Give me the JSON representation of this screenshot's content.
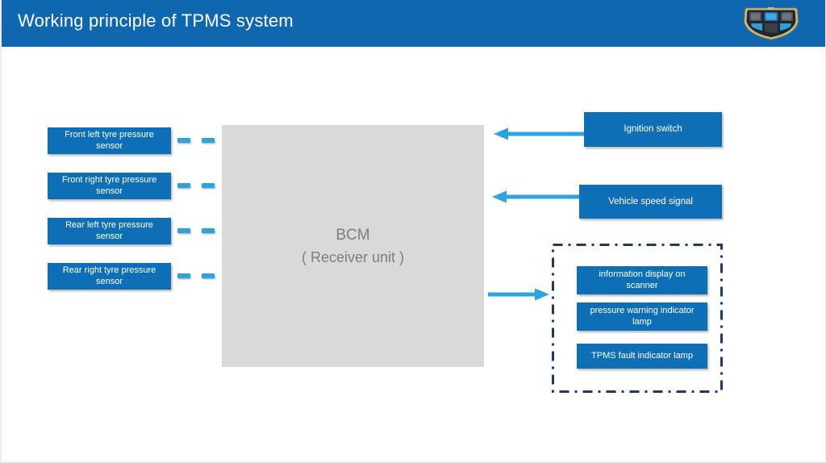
{
  "header": {
    "title": "Working principle of TPMS system",
    "logo": "geely-logo"
  },
  "diagram": {
    "sensors": [
      {
        "label": "Front left tyre pressure sensor"
      },
      {
        "label": "Front right tyre pressure sensor"
      },
      {
        "label": "Rear left tyre pressure sensor"
      },
      {
        "label": "Rear right tyre pressure sensor"
      }
    ],
    "bcm": {
      "line1": "BCM",
      "line2": "( Receiver unit )"
    },
    "inputs": [
      {
        "label": "Ignition switch"
      },
      {
        "label": "Vehicle speed signal"
      }
    ],
    "outputs": [
      {
        "label": "information display on scanner"
      },
      {
        "label": "pressure warning indicator lamp"
      },
      {
        "label": "TPMS fault indicator lamp"
      }
    ]
  },
  "colors": {
    "header_blue": "#0f67b0",
    "box_blue": "#0e6fb7",
    "accent_blue": "#2ba3df",
    "group_border_navy": "#1f3864",
    "bcm_fill": "#d9d9d9",
    "bcm_text": "#7d7d7d"
  }
}
